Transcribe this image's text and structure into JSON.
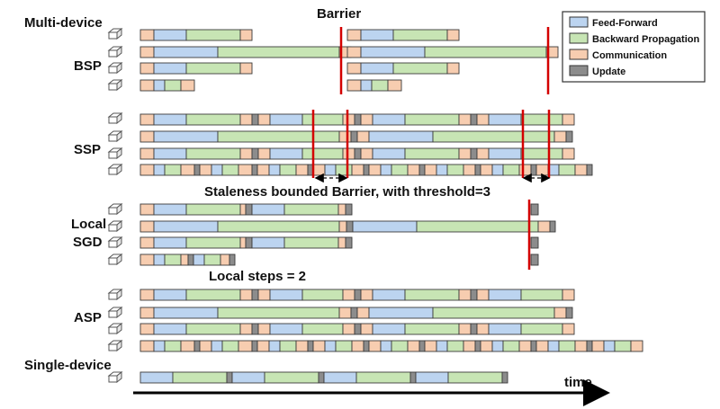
{
  "colors": {
    "feed_forward": "#bcd4f0",
    "backward": "#c7e5b4",
    "communication": "#f7cdb0",
    "update": "#8c8c8c",
    "barrier": "#d40000",
    "outline": "#3a3a3a"
  },
  "icon": "device-node-icon",
  "legend": {
    "items": [
      {
        "label": "Feed-Forward",
        "key": "feed_forward"
      },
      {
        "label": "Backward Propagation",
        "key": "backward"
      },
      {
        "label": "Communication",
        "key": "communication"
      },
      {
        "label": "Update",
        "key": "update"
      }
    ]
  },
  "labels": {
    "multi_device": "Multi-device",
    "bsp": "BSP",
    "ssp": "SSP",
    "local": "Local",
    "sgd": "SGD",
    "asp": "ASP",
    "single_device": "Single-device",
    "barrier": "Barrier",
    "staleness": "Staleness bounded Barrier, with threshold=3",
    "local_steps": "Local steps = 2",
    "time": "time"
  }
}
